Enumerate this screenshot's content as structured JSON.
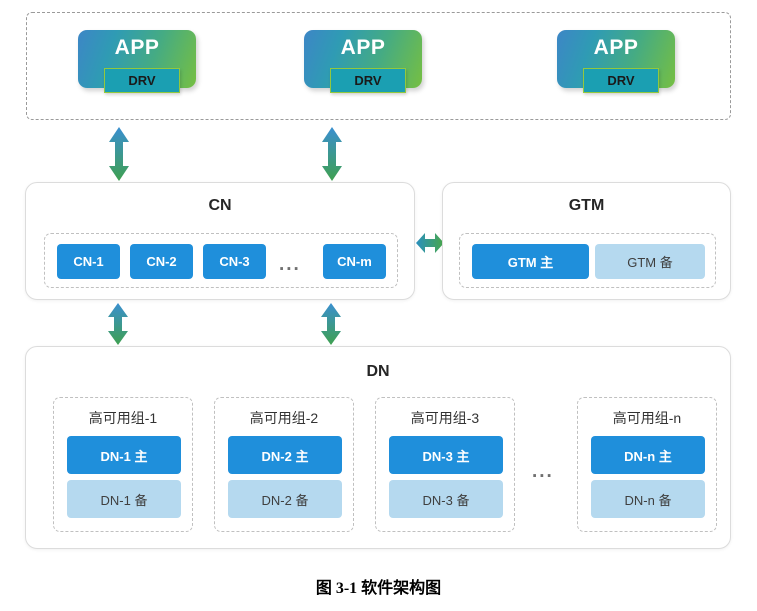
{
  "figure": {
    "caption": "图 3-1 软件架构图"
  },
  "colors": {
    "primary_blue": "#1f8fdb",
    "standby_blue": "#b5d9ef",
    "drv_teal": "#1b9fb2",
    "drv_border": "#93c83e",
    "arrow_start": "#3a8fd0",
    "arrow_end": "#3fa050",
    "panel_border": "#dcdcdc",
    "dashed_border": "#c0c0c0"
  },
  "app_layer": {
    "apps": [
      {
        "label": "APP",
        "driver": "DRV"
      },
      {
        "label": "APP",
        "driver": "DRV"
      },
      {
        "label": "APP",
        "driver": "DRV"
      }
    ]
  },
  "cn_panel": {
    "title": "CN",
    "nodes": [
      {
        "label": "CN-1"
      },
      {
        "label": "CN-2"
      },
      {
        "label": "CN-3"
      },
      {
        "label": "CN-m"
      }
    ],
    "ellipsis": "..."
  },
  "gtm_panel": {
    "title": "GTM",
    "primary": "GTM 主",
    "standby": "GTM 备"
  },
  "dn_panel": {
    "title": "DN",
    "ellipsis": "...",
    "groups": [
      {
        "label": "高可用组-1",
        "primary": "DN-1 主",
        "standby": "DN-1 备"
      },
      {
        "label": "高可用组-2",
        "primary": "DN-2 主",
        "standby": "DN-2 备"
      },
      {
        "label": "高可用组-3",
        "primary": "DN-3 主",
        "standby": "DN-3 备"
      },
      {
        "label": "高可用组-n",
        "primary": "DN-n 主",
        "standby": "DN-n 备"
      }
    ]
  },
  "connectors": {
    "app_to_cn": [
      {
        "name": "app1-cn-arrow",
        "direction": "bidirectional-vertical"
      },
      {
        "name": "app2-cn-arrow",
        "direction": "bidirectional-vertical"
      }
    ],
    "cn_to_gtm": {
      "name": "cn-gtm-arrow",
      "direction": "bidirectional-horizontal"
    },
    "cn_to_dn": [
      {
        "name": "cn-dn-arrow-left",
        "direction": "bidirectional-vertical"
      },
      {
        "name": "cn-dn-arrow-right",
        "direction": "bidirectional-vertical"
      }
    ]
  }
}
